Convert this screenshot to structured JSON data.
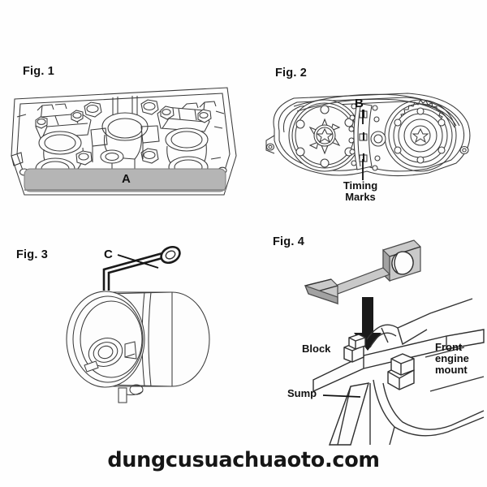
{
  "document": {
    "type": "automotive-repair-illustration-sheet",
    "panel_count": 4,
    "watermark": "dungcusuachuaoto.com"
  },
  "figures": [
    {
      "id": "fig1",
      "label": "Fig. 1",
      "subject": "cylinder-head-camshaft-bearing-caps",
      "callouts": [
        {
          "key": "A",
          "text": "A",
          "role": "gray-bar-straightedge"
        }
      ]
    },
    {
      "id": "fig2",
      "label": "Fig. 2",
      "subject": "timing-chain-sprockets-tensioner",
      "callouts": [
        {
          "key": "B",
          "text": "B",
          "role": "chain-tensioner-pointer"
        },
        {
          "key": "timing_marks",
          "text": "Timing\nMarks",
          "line1": "Timing",
          "line2": "Marks",
          "role": "alignment-marks-pointer"
        }
      ]
    },
    {
      "id": "fig3",
      "label": "Fig. 3",
      "subject": "crankshaft-pulley-with-hook-tool",
      "callouts": [
        {
          "key": "C",
          "text": "C",
          "role": "hook-tool-pointer"
        }
      ]
    },
    {
      "id": "fig4",
      "label": "Fig. 4",
      "subject": "front-engine-mount-bracket-installation",
      "callouts": [
        {
          "key": "block",
          "text": "Block",
          "role": "engine-block-pointer"
        },
        {
          "key": "sump",
          "text": "Sump",
          "role": "oil-sump-pointer"
        },
        {
          "key": "front_engine_mount",
          "text": "Front engine mount",
          "line1": "Front",
          "line2": "engine",
          "line3": "mount",
          "role": "engine-mount-pointer"
        }
      ]
    }
  ],
  "colors": {
    "background": "#fefefe",
    "line": "#3b3b3b",
    "line_bold": "#1a1a1a",
    "gray_bar": "#b5b5b5",
    "metal_light": "#c9c9c9",
    "metal_dark": "#a2a2a2",
    "text": "#111111",
    "arrow": "#1a1a1a"
  }
}
